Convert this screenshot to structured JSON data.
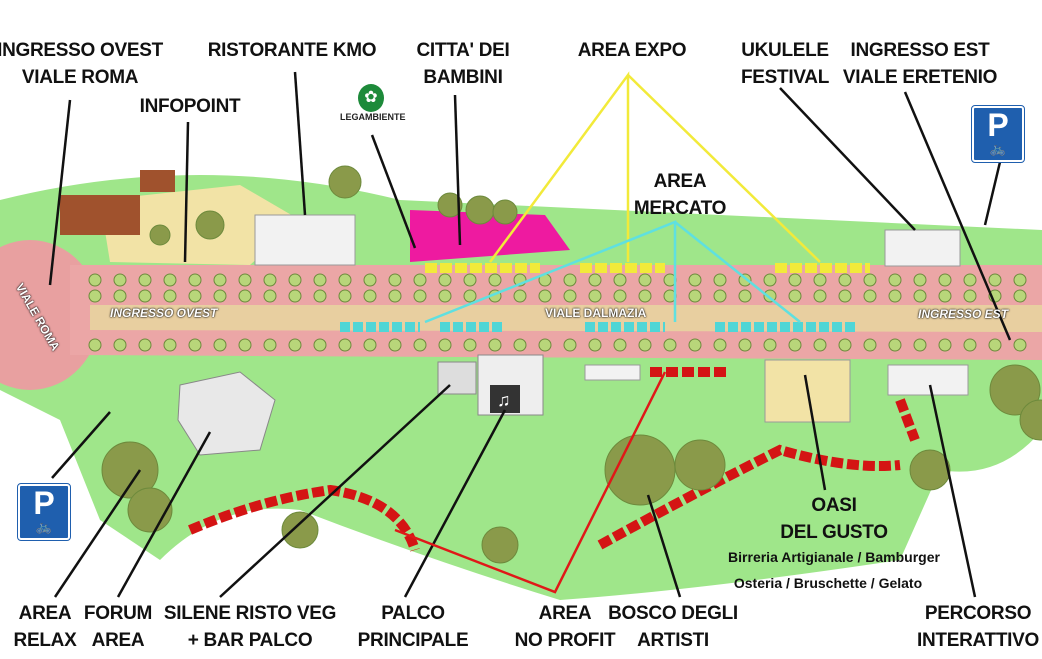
{
  "labels": {
    "ingresso_ovest": [
      "INGRESSO OVEST",
      "VIALE ROMA"
    ],
    "ristorante": "RISTORANTE KMO",
    "infopoint": "INFOPOINT",
    "citta": [
      "CITTA' DEI",
      "BAMBINI"
    ],
    "legambiente": "LEGAMBIENTE",
    "area_expo": "AREA EXPO",
    "area_mercato": [
      "AREA",
      "MERCATO"
    ],
    "ukulele": [
      "UKULELE",
      "FESTIVAL"
    ],
    "ingresso_est": [
      "INGRESSO EST",
      "VIALE ERETENIO"
    ],
    "area_relax": [
      "AREA",
      "RELAX"
    ],
    "forum": [
      "FORUM",
      "AREA"
    ],
    "silene": [
      "SILENE RISTO VEG",
      "+ BAR PALCO"
    ],
    "palco": [
      "PALCO",
      "PRINCIPALE"
    ],
    "no_profit": [
      "AREA",
      "NO PROFIT"
    ],
    "bosco": [
      "BOSCO DEGLI",
      "ARTISTI"
    ],
    "oasi": [
      "OASI",
      "DEL GUSTO"
    ],
    "oasi_sub": [
      "Birreria Artigianale / Bamburger",
      "Osteria / Bruschette / Gelato"
    ],
    "percorso": [
      "PERCORSO",
      "INTERATTIVO"
    ]
  },
  "map_text": {
    "viale_roma": "VIALE ROMA",
    "ingresso_ovest": "INGRESSO OVEST",
    "viale_dalmazia": "VIALE DALMAZIA",
    "ingresso_est": "INGRESSO EST"
  },
  "parking": {
    "letter": "P",
    "icon": "bicycle-icon"
  },
  "colors": {
    "expo": "#f2ea3a",
    "mercato": "#5fe0e0",
    "no_profit": "#e01818",
    "road": "#e9a3a3",
    "lawn": "#8fe07a",
    "path": "#e8cfa0",
    "bambini": "#ee1aa0"
  }
}
